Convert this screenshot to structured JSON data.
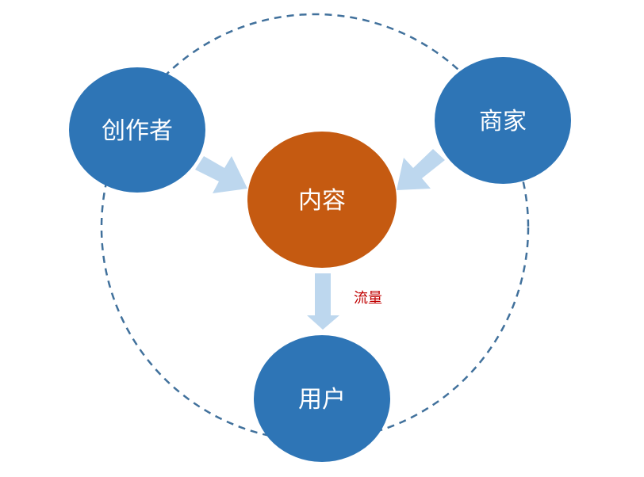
{
  "diagram": {
    "nodes": {
      "creator": "创作者",
      "merchant": "商家",
      "content": "内容",
      "user": "用户"
    },
    "edge_label": "流量"
  },
  "colors": {
    "node_blue": "#2e75b6",
    "node_orange": "#c55a11",
    "arrow_light_blue": "#bdd7ee",
    "cycle_dashed": "#41719c",
    "edge_label_red": "#c00000"
  }
}
